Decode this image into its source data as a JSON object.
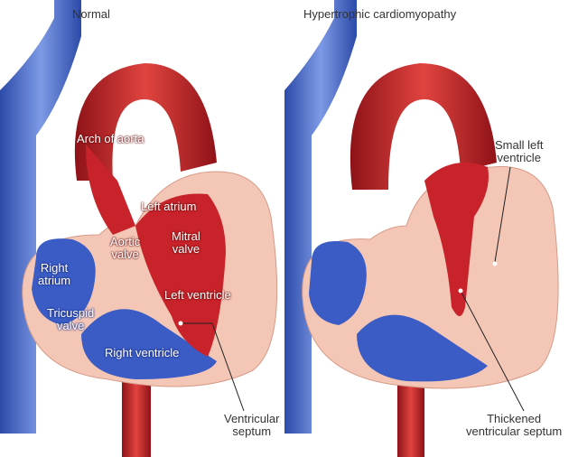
{
  "titles": {
    "normal": "Normal",
    "hcm": "Hypertrophic cardiomyopathy"
  },
  "normal_labels": {
    "arch_of_aorta": "Arch of aorta",
    "left_atrium": "Left atrium",
    "aortic_valve_1": "Aortic",
    "aortic_valve_2": "valve",
    "mitral_valve_1": "Mitral",
    "mitral_valve_2": "valve",
    "right_atrium_1": "Right",
    "right_atrium_2": "atrium",
    "tricuspid_valve_1": "Tricuspid",
    "tricuspid_valve_2": "valve",
    "left_ventricle": "Left ventricle",
    "right_ventricle": "Right ventricle",
    "ventricular_septum_1": "Ventricular",
    "ventricular_septum_2": "septum"
  },
  "hcm_labels": {
    "small_lv_1": "Small left",
    "small_lv_2": "ventricle",
    "thickened_septum_1": "Thickened",
    "thickened_septum_2": "ventricular septum"
  },
  "colors": {
    "blood_red": "#c8232a",
    "vein_blue": "#3a5cc4",
    "wall_pink": "#f3c6b6"
  }
}
